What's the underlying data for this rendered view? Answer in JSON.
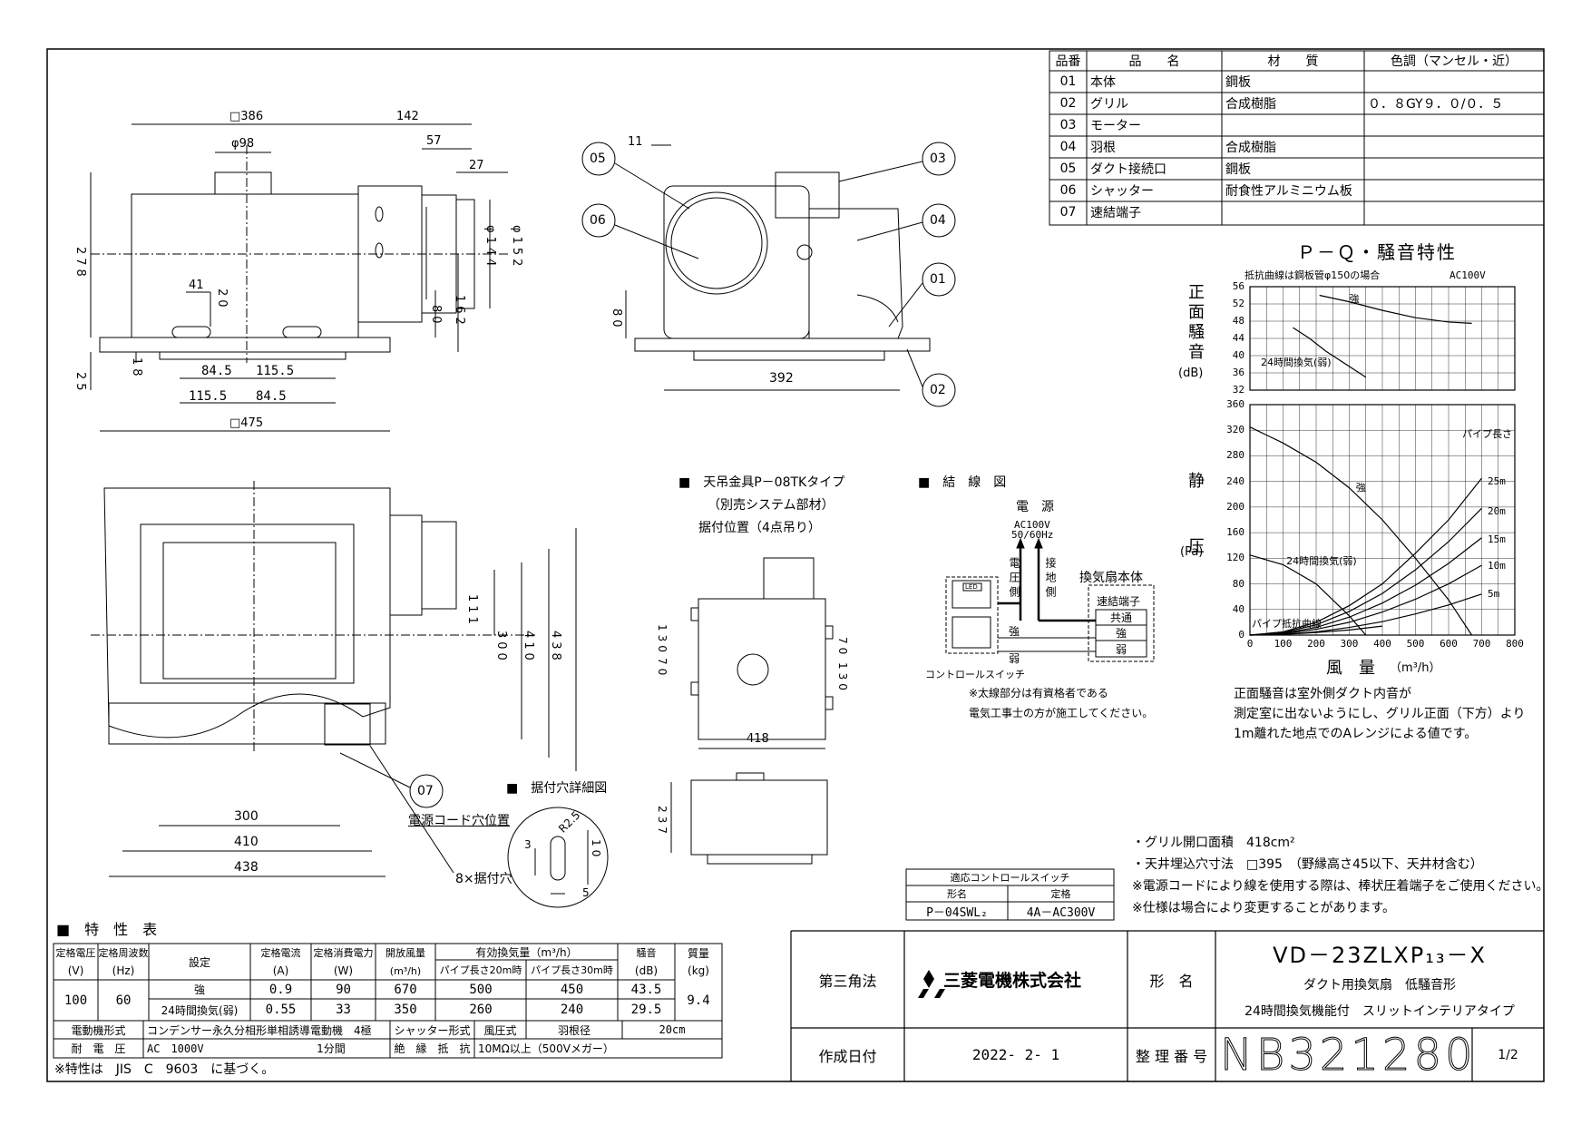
{
  "parts_table": {
    "headers": [
      "品番",
      "品　　名",
      "材　　質",
      "色調（マンセル・近）"
    ],
    "rows": [
      [
        "01",
        "本体",
        "鋼板",
        ""
      ],
      [
        "02",
        "グリル",
        "合成樹脂",
        "０．８GY９．０/０．５"
      ],
      [
        "03",
        "モーター",
        "",
        ""
      ],
      [
        "04",
        "羽根",
        "合成樹脂",
        ""
      ],
      [
        "05",
        "ダクト接続口",
        "鋼板",
        ""
      ],
      [
        "06",
        "シャッター",
        "耐食性アルミニウム板",
        ""
      ],
      [
        "07",
        "速結端子",
        "",
        ""
      ]
    ]
  },
  "front_view": {
    "dims": [
      "□386",
      "142",
      "57",
      "27",
      "φ98",
      "278",
      "φ144",
      "φ152",
      "80",
      "162",
      "41",
      "20",
      "18",
      "25",
      "84.5",
      "115.5",
      "115.5",
      "84.5",
      "□475"
    ]
  },
  "side_view": {
    "dims": [
      "11",
      "80",
      "392"
    ],
    "callouts": [
      "05",
      "06",
      "03",
      "04",
      "01",
      "02"
    ]
  },
  "bottom_view": {
    "dims": [
      "111",
      "300",
      "410",
      "438",
      "300",
      "410",
      "438"
    ],
    "callout": "07",
    "cord_label": "電源コード穴位置",
    "holes_label": "8×据付穴"
  },
  "hanger": {
    "title": "■　天吊金具P－08TKタイプ",
    "sub1": "（別売システム部材）",
    "sub2": "据付位置（4点吊り）",
    "dims": [
      "70",
      "130",
      "130",
      "70",
      "418",
      "237"
    ]
  },
  "hole_detail": {
    "title": "■　据付穴詳細図",
    "dims": [
      "R2.5",
      "3",
      "10",
      "5"
    ]
  },
  "wiring": {
    "title": "■　結　線　図",
    "power": "電　源",
    "voltage": "AC100V",
    "freq": "50/60Hz",
    "live": "電圧側",
    "ground": "接地側",
    "fan_body": "換気扇本体",
    "terminal": "速結端子",
    "common": "共通",
    "strong": "強",
    "weak": "弱",
    "strong_line": "強",
    "weak_line": "弱",
    "led": "LED",
    "switch": "コントロールスイッチ",
    "note1": "※太線部分は有資格者である",
    "note2": "電気工事士の方が施工してください。"
  },
  "chart": {
    "title": "Ｐ－Ｑ・騒音特性",
    "noise_caption": "抵抗曲線は鋼板管φ150の場合",
    "voltage": "AC100V",
    "noise_ylabel": "正面騒音",
    "noise_unit": "(dB)",
    "pressure_ylabel": "静　圧",
    "pressure_unit": "(Pa)",
    "xlabel": "風　量",
    "xunit": "（m³/h）",
    "pipe_length_label": "パイプ長さ",
    "pipe_curve_label": "パイプ抵抗曲線",
    "note1": "正面騒音は室外側ダクト内音が",
    "note2": "測定室に出ないようにし、グリル正面（下方）より",
    "note3": "1m離れた地点でのAレンジによる値です。"
  },
  "chart_data": [
    {
      "type": "line",
      "x_ticks": [
        "0",
        "100",
        "200",
        "300",
        "400",
        "500",
        "600",
        "700",
        "800"
      ],
      "y_ticks": [
        "56",
        "52",
        "48",
        "44",
        "40",
        "36",
        "32"
      ],
      "ylim": [
        32,
        56
      ],
      "xlim": [
        0,
        800
      ],
      "series": [
        {
          "name": "強",
          "x": [
            210,
            300,
            400,
            500,
            600,
            670
          ],
          "y": [
            54,
            52.5,
            50.5,
            48.8,
            47.8,
            47.5
          ]
        },
        {
          "name": "24時間換気(弱)",
          "x": [
            130,
            180,
            230,
            280,
            330,
            350
          ],
          "y": [
            46.5,
            44,
            41,
            38.5,
            36,
            35
          ]
        }
      ]
    },
    {
      "type": "line",
      "x_ticks": [
        "0",
        "100",
        "200",
        "300",
        "400",
        "500",
        "600",
        "700",
        "800"
      ],
      "y_ticks": [
        "360",
        "320",
        "280",
        "240",
        "200",
        "160",
        "120",
        "80",
        "40",
        "0"
      ],
      "ylim": [
        0,
        360
      ],
      "xlim": [
        0,
        800
      ],
      "series": [
        {
          "name": "強",
          "x": [
            0,
            100,
            200,
            300,
            400,
            500,
            600,
            670
          ],
          "y": [
            325,
            300,
            270,
            230,
            180,
            120,
            55,
            0
          ]
        },
        {
          "name": "24時間換気(弱)",
          "x": [
            0,
            100,
            200,
            300,
            350
          ],
          "y": [
            125,
            110,
            80,
            30,
            0
          ]
        },
        {
          "name": "25m",
          "x": [
            0,
            100,
            200,
            300,
            400,
            500,
            600,
            700
          ],
          "y": [
            0,
            5,
            20,
            46,
            80,
            128,
            180,
            245
          ]
        },
        {
          "name": "20m",
          "x": [
            0,
            100,
            200,
            300,
            400,
            500,
            600,
            700
          ],
          "y": [
            0,
            4,
            16,
            37,
            65,
            102,
            146,
            198
          ]
        },
        {
          "name": "15m",
          "x": [
            0,
            100,
            200,
            300,
            400,
            500,
            600,
            700
          ],
          "y": [
            0,
            3,
            12,
            28,
            50,
            78,
            112,
            152
          ]
        },
        {
          "name": "10m",
          "x": [
            0,
            100,
            200,
            300,
            400,
            500,
            600,
            700
          ],
          "y": [
            0,
            2,
            9,
            20,
            36,
            56,
            80,
            109
          ]
        },
        {
          "name": "5m",
          "x": [
            0,
            100,
            200,
            300,
            400,
            500,
            600,
            700
          ],
          "y": [
            0,
            1.3,
            5,
            12,
            21,
            33,
            47,
            64
          ]
        },
        {
          "name": "パイプ抵抗曲線",
          "x": [
            0,
            100,
            200,
            300,
            400
          ],
          "y": [
            0,
            1,
            4,
            8,
            14
          ]
        }
      ]
    }
  ],
  "spec_notes": [
    "・グリル開口面積　418cm²",
    "・天井埋込穴寸法　□395　（野縁高さ45以下、天井材含む）",
    "※電源コードにより線を使用する際は、棒状圧着端子をご使用ください。",
    "※仕様は場合により変更することがあります。"
  ],
  "switch_table": {
    "title": "適応コントロールスイッチ",
    "h1": "形名",
    "h2": "定格",
    "v1": "P－04SWL₂",
    "v2": "4A－AC300V"
  },
  "char_table": {
    "title": "■　特　性　表",
    "h_voltage": "定格電圧",
    "h_voltage_u": "(V)",
    "h_freq": "定格周波数",
    "h_freq_u": "(Hz)",
    "h_setting": "設定",
    "h_current": "定格電流",
    "h_current_u": "(A)",
    "h_power": "定格消費電力",
    "h_power_u": "(W)",
    "h_open": "開放風量",
    "h_open_u": "(m³/h)",
    "h_eff": "有効換気量（m³/h）",
    "h_eff20": "パイプ長さ20m時",
    "h_eff30": "パイプ長さ30m時",
    "h_noise": "騒音",
    "h_noise_u": "(dB)",
    "h_mass": "質量",
    "h_mass_u": "(kg)",
    "voltage": "100",
    "freq": "60",
    "mass": "9.4",
    "rows": [
      {
        "setting": "強",
        "current": "0.9",
        "power": "90",
        "open": "670",
        "e20": "500",
        "e30": "450",
        "noise": "43.5"
      },
      {
        "setting": "24時間換気(弱)",
        "current": "0.55",
        "power": "33",
        "open": "350",
        "e20": "260",
        "e30": "240",
        "noise": "29.5"
      }
    ],
    "motor_label": "電動機形式",
    "motor_value": "コンデンサー永久分相形単相誘導電動機　4極",
    "shutter_label": "シャッター形式",
    "shutter_value": "風圧式",
    "blade_label": "羽根径",
    "blade_value": "20cm",
    "withstand_label": "耐　電　圧",
    "withstand_value": "AC　1000V",
    "withstand_time": "1分間",
    "insul_label": "絶　縁　抵　抗",
    "insul_value": "10MΩ以上（500Vメガー）",
    "footnote": "※特性は　JIS　C　9603　に基づく。"
  },
  "title_block": {
    "projection": "第三角法",
    "company": "三菱電機株式会社",
    "model_label": "形　名",
    "model": "VD－23ZLXP₁₃－X",
    "desc1": "ダクト用換気扇　低騒音形",
    "desc2": "24時間換気機能付　スリットインテリアタイプ",
    "date_label": "作成日付",
    "date": "2022- 2- 1",
    "number_label": "整 理 番 号",
    "number": "NB321280",
    "page": "1/2"
  },
  "colors": {
    "line": "#000000",
    "hatch": "#444444",
    "paper": "#ffffff"
  }
}
